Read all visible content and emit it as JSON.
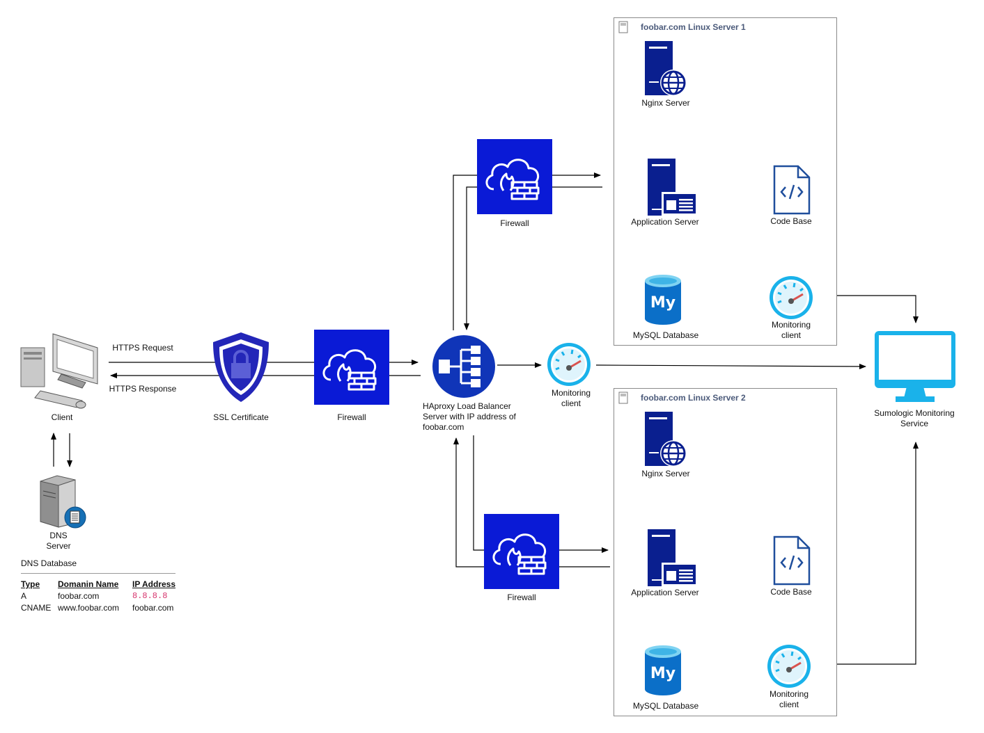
{
  "client": {
    "label": "Client"
  },
  "dns_server": {
    "label_line1": "DNS",
    "label_line2": "Server"
  },
  "dns_database": {
    "title": "DNS Database",
    "columns": [
      "Type",
      "Domanin Name",
      "IP Address"
    ],
    "rows": [
      [
        "A",
        "foobar.com",
        "8.8.8.8"
      ],
      [
        "CNAME",
        "www.foobar.com",
        "foobar.com"
      ]
    ]
  },
  "edges": {
    "https_request": "HTTPS Request",
    "https_response": "HTTPS Response"
  },
  "ssl": {
    "label": "SSL Certificate"
  },
  "firewall_main": {
    "label": "Firewall"
  },
  "load_balancer": {
    "line1": "HAproxy Load Balancer",
    "line2": "Server with IP address of",
    "line3": "foobar.com"
  },
  "monitor_lb": {
    "line1": "Monitoring",
    "line2": "client"
  },
  "firewall_top": {
    "label": "Firewall"
  },
  "firewall_bottom": {
    "label": "Firewall"
  },
  "server1": {
    "title": "foobar.com Linux Server 1",
    "nginx": "Nginx Server",
    "app": "Application Server",
    "code": "Code Base",
    "db": "MySQL Database",
    "mon1": "Monitoring",
    "mon2": "client"
  },
  "server2": {
    "title": "foobar.com Linux Server 2",
    "nginx": "Nginx Server",
    "app": "Application Server",
    "code": "Code Base",
    "db": "MySQL Database",
    "mon1": "Monitoring",
    "mon2": "client"
  },
  "sumologic": {
    "line1": "Sumologic Monitoring",
    "line2": "Service"
  },
  "colors": {
    "firewall": "#0a1ad6",
    "server_navy": "#0a1f8f",
    "lb_navy": "#1035b8",
    "shield": "#2326b8",
    "monitor_cyan": "#1ab2ea",
    "db_blue": "#0b6fc8",
    "group_border": "#8a8a8a"
  }
}
